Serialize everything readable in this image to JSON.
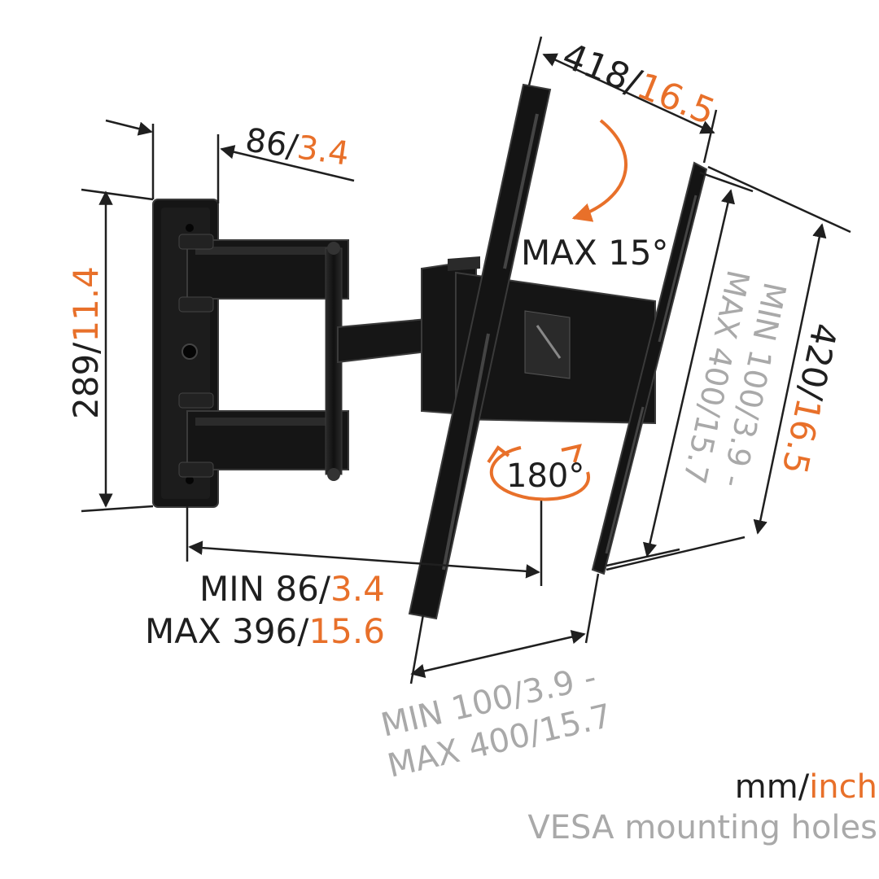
{
  "colors": {
    "text_dark": "#1f1f1f",
    "accent_orange": "#e8702a",
    "vesa_gray": "#a9a9a9",
    "mount_black": "#141414",
    "mount_edge": "#3a3a3a"
  },
  "dimensions": {
    "height": {
      "mm": "289",
      "sep": "/",
      "inch": "11.4"
    },
    "plate_depth": {
      "mm": "86",
      "sep": "/",
      "inch": "3.4"
    },
    "bracket_width": {
      "mm": "418",
      "sep": "/",
      "inch": "16.5"
    },
    "bracket_height": {
      "mm": "420",
      "sep": "/",
      "inch": "16.5"
    },
    "wall_distance": {
      "min_prefix": "MIN 86",
      "min_sep": "/",
      "min_inch": "3.4",
      "max_prefix": "MAX 396",
      "max_sep": "/",
      "max_inch": "15.6"
    }
  },
  "rotations": {
    "tilt": "MAX 15°",
    "swivel": "180°"
  },
  "vesa": {
    "vertical": {
      "line1_mm": "MIN 100",
      "line1_inch": "/3.9 -",
      "line2_mm": "MAX 400",
      "line2_inch": "/15.7"
    },
    "horizontal": {
      "line1_mm": "MIN 100",
      "line1_inch": "/3.9 -",
      "line2_mm": "MAX 400",
      "line2_inch": "/15.7"
    }
  },
  "legend": {
    "units_mm": "mm",
    "units_sep": "/",
    "units_inch": "inch",
    "vesa_note": "VESA mounting holes"
  },
  "icons": [
    "wall-plate-icon",
    "articulating-arm-icon",
    "tv-bracket-icon",
    "tilt-arrow-icon",
    "swivel-arrow-icon"
  ]
}
